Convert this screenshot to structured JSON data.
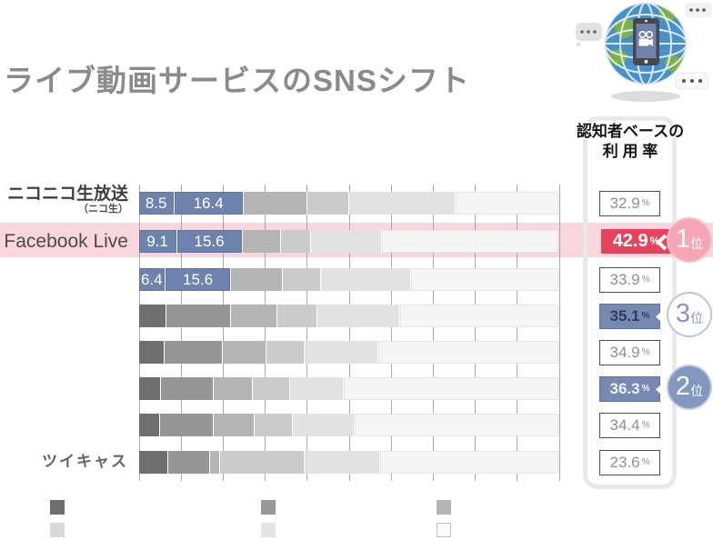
{
  "title": "ライブ動画サービスのSNSシフト",
  "usage_panel": {
    "heading_line1": "認知者ベースの",
    "heading_line2": "利 用 率",
    "percent_sign": "%"
  },
  "badges": {
    "rank_suffix": "位"
  },
  "colors": {
    "accent_red": "#e5445c",
    "highlight_band_pink": "#f8d6de",
    "badge_pink": "#f4a6b6",
    "badge_blue": "#8397c0",
    "bar_blue": "#6e82ae",
    "usage_box_blue": "#7589b2",
    "panel_border": "#e9e9e9"
  },
  "legend": {
    "columns": [
      {
        "top": "#6e6e6e",
        "bottom": "#d8d8d8",
        "bottom_bordered": false
      },
      {
        "top": "#989898",
        "bottom": "#e4e4e4",
        "bottom_bordered": false
      },
      {
        "top": "#b5b5b5",
        "bottom": "#fbfbfb",
        "bottom_bordered": true
      }
    ]
  },
  "chart_data": {
    "type": "bar",
    "subtype": "horizontal-stacked",
    "axis": {
      "min": 0,
      "max": 100,
      "gridline_step": 10,
      "grid": true
    },
    "palettes": {
      "highlight": [
        "#6e82ae",
        "#6e82ae",
        "#b4b4b4",
        "#cbcbcb",
        "#e2e2e2",
        "#f5f5f5"
      ],
      "plain": [
        "#6e6e6e",
        "#959595",
        "#b4b4b4",
        "#cbcbcb",
        "#e2e2e2",
        "#f5f5f5"
      ]
    },
    "rows": [
      {
        "label": "ニコニコ生放送",
        "sublabel": "（ニコ生）",
        "label_style": "ghost",
        "palette": "highlight",
        "values": [
          8.5,
          16.4,
          15.2,
          10.0,
          25.4,
          24.5
        ],
        "value_labels": [
          "8.5",
          "16.4"
        ],
        "usage": "32.9",
        "usage_style": "plain",
        "rank": null
      },
      {
        "label": "Facebook Live",
        "sublabel": "",
        "label_style": "plain",
        "palette": "highlight",
        "highlight_row": true,
        "values": [
          9.1,
          15.6,
          9.2,
          7.2,
          16.8,
          42.1
        ],
        "value_labels": [
          "9.1",
          "15.6"
        ],
        "usage": "42.9",
        "usage_style": "red",
        "rank": {
          "number": "1",
          "style": "pink"
        }
      },
      {
        "label": "",
        "sublabel": "",
        "label_style": "none",
        "palette": "highlight",
        "values": [
          6.4,
          15.6,
          12.4,
          9.1,
          21.3,
          35.2
        ],
        "value_labels": [
          "6.4",
          "15.6"
        ],
        "usage": "33.9",
        "usage_style": "plain",
        "rank": null
      },
      {
        "label": "",
        "sublabel": "",
        "label_style": "none",
        "palette": "plain",
        "values": [
          6.7,
          15.2,
          11.1,
          9.6,
          19.6,
          37.8
        ],
        "value_labels": [],
        "usage": "35.1",
        "usage_style": "blue-dark",
        "rank": {
          "number": "3",
          "style": "white"
        }
      },
      {
        "label": "",
        "sublabel": "",
        "label_style": "none",
        "palette": "plain",
        "values": [
          6.1,
          13.9,
          10.4,
          9.1,
          17.6,
          42.9
        ],
        "value_labels": [],
        "usage": "34.9",
        "usage_style": "plain",
        "rank": null
      },
      {
        "label": "",
        "sublabel": "",
        "label_style": "none",
        "palette": "plain",
        "values": [
          5.4,
          12.4,
          9.3,
          8.9,
          12.8,
          51.2
        ],
        "value_labels": [],
        "usage": "36.3",
        "usage_style": "blue-light",
        "rank": {
          "number": "2",
          "style": "blue"
        }
      },
      {
        "label": "",
        "sublabel": "",
        "label_style": "none",
        "palette": "plain",
        "values": [
          5.1,
          12.8,
          9.6,
          9.3,
          14.6,
          48.6
        ],
        "value_labels": [],
        "usage": "34.4",
        "usage_style": "plain",
        "rank": null
      },
      {
        "label": "ツイキャス",
        "sublabel": "",
        "label_style": "ghost-small",
        "palette": "plain",
        "values": [
          7.0,
          9.9,
          2.4,
          20.3,
          17.9,
          42.5
        ],
        "value_labels": [],
        "usage": "23.6",
        "usage_style": "plain",
        "rank": null
      }
    ]
  }
}
